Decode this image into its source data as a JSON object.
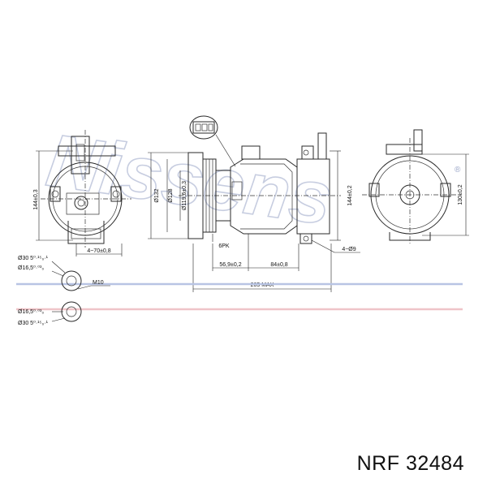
{
  "watermark": {
    "text": "Nissens",
    "registered": "®",
    "stroke_color": "#9aa6c8"
  },
  "part": {
    "brand": "NRF",
    "number": "32484"
  },
  "dimensions": {
    "front_height": "144±0,3",
    "front_hole_spacing": "4−70±0,8",
    "pulley_outer": "Ø132",
    "pulley_mid": "Ø128",
    "pulley_inner": "Ø119,6±0,3",
    "belt": "6PK",
    "body_height": "144±0,2",
    "offset_a": "56,9±0,2",
    "offset_b": "84±0,8",
    "mount_holes": "4−Ø9",
    "overall_length": "205 MAX",
    "rear_height": "130±0,2"
  },
  "fittings": {
    "suction_outer": "Ø30 5⁰·¹⁵₀·¹",
    "suction_inner": "Ø16,5⁰·⁰³₀",
    "thread": "M10",
    "discharge_inner": "Ø16,5⁰·⁰³₀",
    "discharge_outer": "Ø30 5⁰·¹⁵₀·¹",
    "line_blue": "#b8c4e4",
    "line_pink": "#efc4c8"
  }
}
